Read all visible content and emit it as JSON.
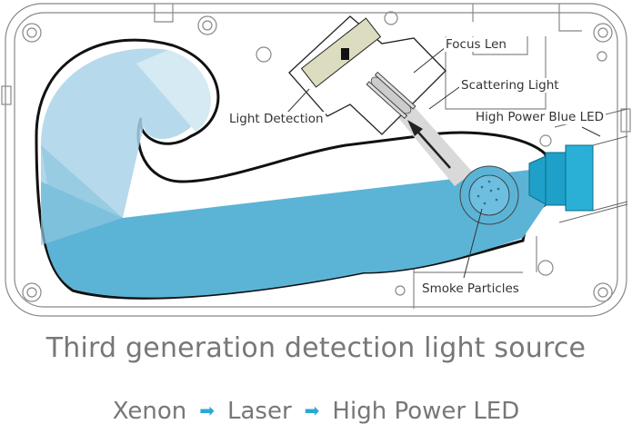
{
  "labels": {
    "focus_len": "Focus Len",
    "scattering_light": "Scattering Light",
    "high_power_blue_led": "High Power Blue LED",
    "light_detection": "Light Detection",
    "smoke_particles": "Smoke Particles"
  },
  "title": "Third generation detection light source",
  "evolution": {
    "steps": [
      "Xenon",
      "Laser",
      "High Power LED"
    ],
    "arrow": "➡"
  },
  "colors": {
    "beam": "#5bb4d6",
    "beam_light": "#a9d4e8",
    "led": "#1ea0c8",
    "arrow": "#2aa8d4",
    "detector": "#dcdcc0"
  }
}
